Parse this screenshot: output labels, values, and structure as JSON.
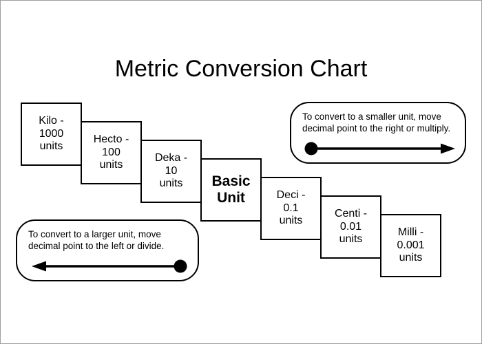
{
  "title": "Metric Conversion Chart",
  "steps": [
    {
      "id": "kilo",
      "l1": "Kilo -",
      "l2": "1000",
      "l3": "units"
    },
    {
      "id": "hecto",
      "l1": "Hecto -",
      "l2": "100",
      "l3": "units"
    },
    {
      "id": "deka",
      "l1": "Deka -",
      "l2": "10",
      "l3": "units"
    },
    {
      "id": "basic",
      "l1": "Basic",
      "l2": "Unit",
      "l3": ""
    },
    {
      "id": "deci",
      "l1": "Deci -",
      "l2": "0.1",
      "l3": "units"
    },
    {
      "id": "centi",
      "l1": "Centi -",
      "l2": "0.01",
      "l3": "units"
    },
    {
      "id": "milli",
      "l1": "Milli -",
      "l2": "0.001",
      "l3": "units"
    }
  ],
  "notes": {
    "smaller": {
      "line1": "To convert to a smaller unit, move",
      "line2": "decimal  point to the right or multiply.",
      "arrow_direction": "right"
    },
    "larger": {
      "line1": "To convert to a larger unit, move",
      "line2": "decimal  point to the left or divide.",
      "arrow_direction": "left"
    }
  },
  "colors": {
    "ink": "#000000",
    "paper": "#ffffff",
    "frame": "#9e9e9e"
  }
}
